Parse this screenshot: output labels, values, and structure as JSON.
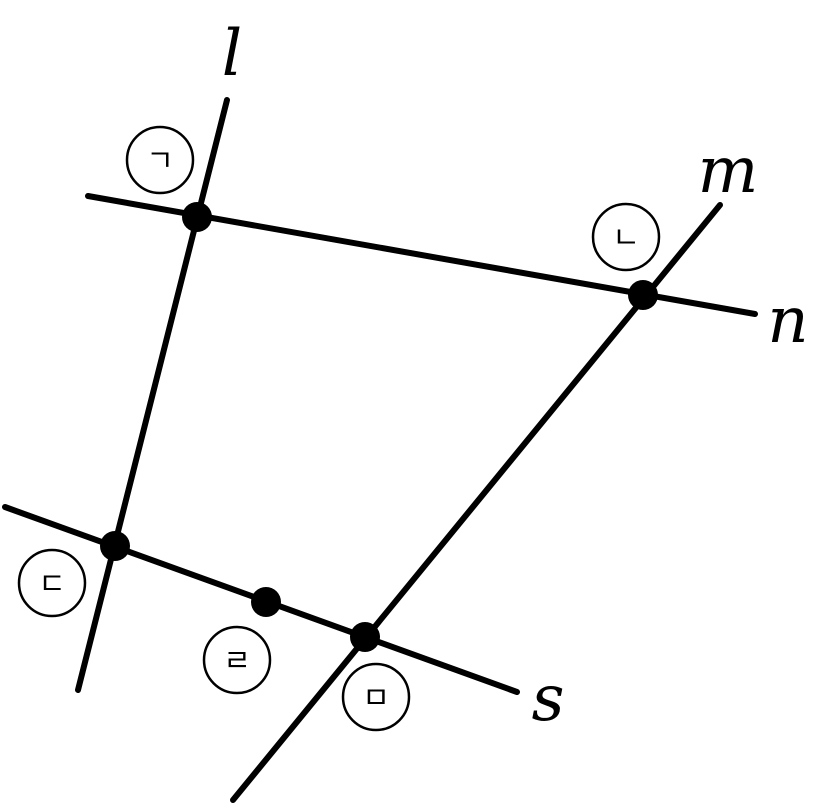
{
  "diagram": {
    "lines": {
      "l": "l",
      "m": "m",
      "n": "n",
      "s": "s"
    },
    "points": {
      "g": "ㄱ",
      "n": "ㄴ",
      "d": "ㄷ",
      "r": "ㄹ",
      "m": "ㅁ"
    },
    "color": "#000000"
  }
}
